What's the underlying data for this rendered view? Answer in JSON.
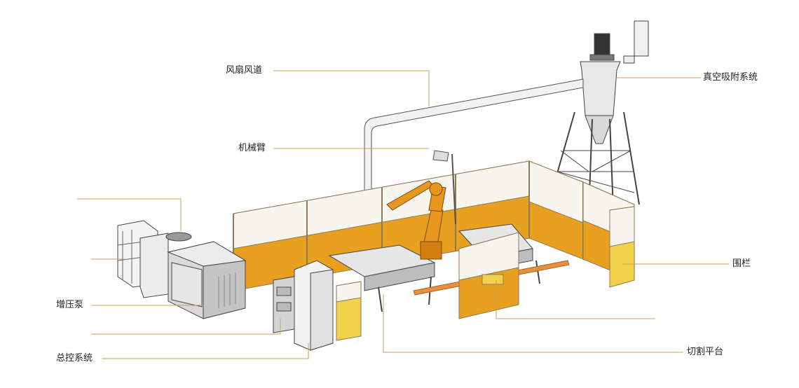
{
  "labels": {
    "fan_duct": "风扇风道",
    "robot_arm": "机械臂",
    "vacuum_system": "真空吸附系统",
    "booster_pump": "增压泵",
    "fence": "围栏",
    "master_control": "总控系统",
    "cutting_platform": "切割平台"
  },
  "colors": {
    "leader_line": "#c8a050",
    "fence_panel": "#e8a020",
    "fence_frame": "#8a7a55",
    "robot_orange": "#e8961e",
    "machine_gray": "#c9c9c9",
    "outline": "#444444",
    "door_yellow": "#f2d24a"
  }
}
